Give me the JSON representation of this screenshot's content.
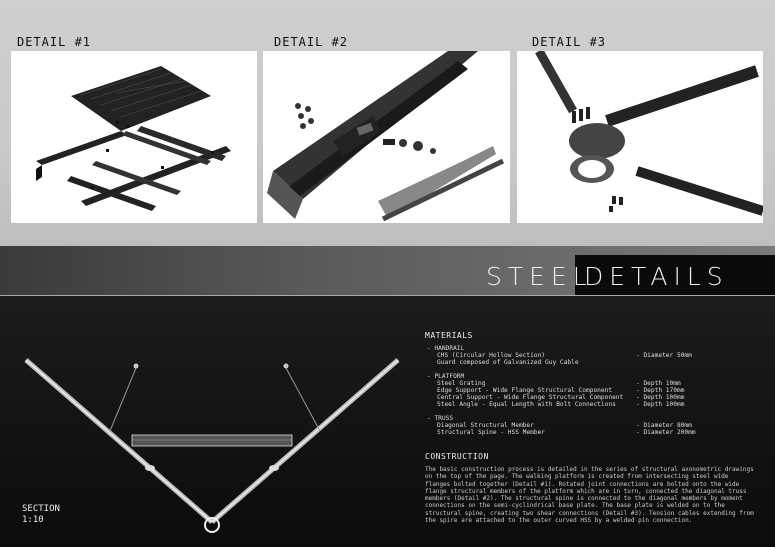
{
  "details": [
    {
      "title": "DETAIL #1"
    },
    {
      "title": "DETAIL #2"
    },
    {
      "title": "DETAIL #3"
    }
  ],
  "heading": {
    "part1": "STEEL",
    "part2": "DETAILS"
  },
  "materials": {
    "title": "MATERIALS",
    "handrail": {
      "label": "- HANDRAIL",
      "items": [
        {
          "name": "CHS (Circular Hollow Section)",
          "spec": "- Diameter 50mm"
        },
        {
          "name": "Guard composed of Galvanized Guy Cable",
          "spec": ""
        }
      ]
    },
    "platform": {
      "label": "- PLATFORM",
      "items": [
        {
          "name": "Steel Grating",
          "spec": "- Depth 10mm"
        },
        {
          "name": "Edge Support - Wide Flange Structural Component",
          "spec": "- Depth 170mm"
        },
        {
          "name": "Central Support - Wide Flange Structural Component",
          "spec": "- Depth 100mm"
        },
        {
          "name": "Steel Angle - Equal Length with Bolt Connections",
          "spec": "- Depth 100mm"
        }
      ]
    },
    "truss": {
      "label": "- TRUSS",
      "items": [
        {
          "name": "Diagonal Structural Member",
          "spec": "- Diameter 80mm"
        },
        {
          "name": "Structural Spine - HSS Member",
          "spec": "- Diameter 200mm"
        }
      ]
    }
  },
  "construction": {
    "title": "CONSTRUCTION",
    "text": "The basic construction process is detailed in the series of structural axonometric drawings on the top of the page. The walking platform is created from intersecting steel wide flanges bolted together (Detail #1). Rotated joint connections are bolted onto the wide flange structural members of the platform which are in turn, connected the diagonal truss members (Detail #2). The structural spine is connected to the diagonal members by moment connections on the semi-cyclindrical base plate. The base plate is welded on to the structural spine, creating two shear connections (Detail #3). Tension cables extending from the spire are attached to the outer curved HSS by a welded pin connection."
  },
  "section": {
    "label": "SECTION",
    "scale": "1:10"
  }
}
